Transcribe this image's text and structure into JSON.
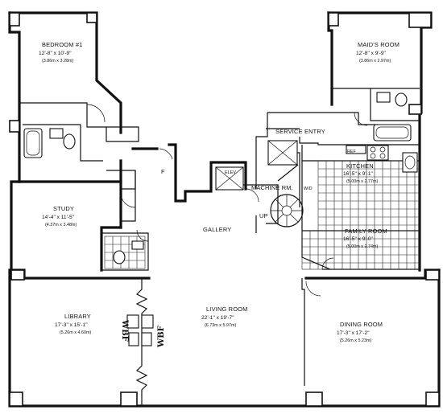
{
  "rooms": {
    "bedroom": {
      "name": "BEDROOM #1",
      "dim": "12'-8\" x 10'-9\"",
      "metric": "(3.86m x 3.28m)"
    },
    "maid": {
      "name": "MAID'S ROOM",
      "dim": "12'-8\" x 9'-9\"",
      "metric": "(3.86m x 2.97m)"
    },
    "service": {
      "name": "SERVICE ENTRY"
    },
    "kitchen": {
      "name": "KITCHEN",
      "dim": "16'-5\" x 9'-1\"",
      "metric": "(5.00m x 2.77m)"
    },
    "study": {
      "name": "STUDY",
      "dim": "14'-4\" x 11'-5\"",
      "metric": "(4.37m x 3.48m)"
    },
    "gallery": {
      "name": "GALLERY"
    },
    "machine": {
      "name": "MACHINE RM."
    },
    "family": {
      "name": "FAMILY ROOM",
      "dim": "16'-5\" x 9'-0\"",
      "metric": "(5.00m x 2.74m)"
    },
    "library": {
      "name": "LIBRARY",
      "dim": "17'-3\" x 15'-1\"",
      "metric": "(5.26m x 4.60m)"
    },
    "living": {
      "name": "LIVING ROOM",
      "dim": "22'-1\" x 19'-7\"",
      "metric": "(6.73m x 5.97m)"
    },
    "dining": {
      "name": "DINING ROOM",
      "dim": "17'-3\" x 17'-2\"",
      "metric": "(5.26m x 5.23m)"
    }
  },
  "marks": {
    "elev": "ELEV",
    "up": "UP",
    "f": "F",
    "wbf": "WBF",
    "ref": "REF",
    "wash": "W/D"
  }
}
